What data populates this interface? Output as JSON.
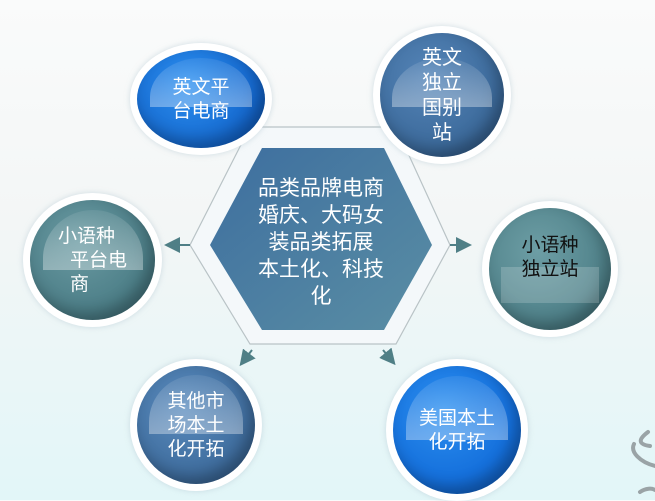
{
  "diagram": {
    "type": "hub-and-spoke",
    "center": {
      "lines": [
        "品类品牌电商",
        "婚庆、大码女",
        "装品类拓展",
        "本土化、科技",
        "化"
      ],
      "shape": "hexagon",
      "color": "#4a7ea6"
    },
    "nodes": [
      {
        "id": "top-left",
        "lines": [
          "英文平",
          "台电商"
        ],
        "color": "#1a73d9"
      },
      {
        "id": "top-right",
        "lines": [
          "英文",
          "独立",
          "国别",
          "站"
        ],
        "color": "#3f6d9e"
      },
      {
        "id": "left",
        "lines": [
          "小语种",
          "平台电",
          "商"
        ],
        "color": "#4e7f88"
      },
      {
        "id": "right",
        "lines": [
          "小语种",
          "独立站"
        ],
        "color": "#4e7f88"
      },
      {
        "id": "bottom-left",
        "lines": [
          "其他市",
          "场本土",
          "化开拓"
        ],
        "color": "#3f6d9e"
      },
      {
        "id": "bottom-right",
        "lines": [
          "美国本土",
          "化开拓"
        ],
        "color": "#1a73d9"
      }
    ],
    "connector_color": "#4f7f86",
    "outline_color": "#b9c3c6"
  }
}
